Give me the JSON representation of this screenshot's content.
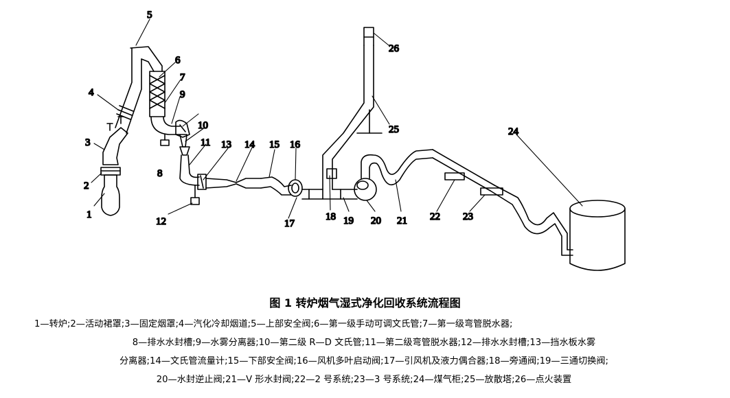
{
  "figure": {
    "caption": "图 1   转炉烟气湿式净化回收系统流程图",
    "legend_lines": [
      "1—转炉;2—活动裙罩;3—固定烟罩;4—汽化冷却烟道;5—上部安全阀;6—第一级手动可调文氏管;7—第一级弯管脱水器;",
      "8—排水水封槽;9—水雾分离器;10—第二级 R—D 文氏管;11—第二级弯管脱水器;12—排水水封槽;13—挡水板水雾",
      "分离器;14—文氏管流量计;15—下部安全阀;16—风机多叶启动阀;17—引风机及液力偶合器;18—旁通阀;19—三通切换阀;",
      "20—水封逆止阀;21—V 形水封阀;22—2 号系统;23—3 号系统;24—煤气柜;25—放散塔;26—点火装置"
    ]
  },
  "labels": [
    "1",
    "2",
    "3",
    "4",
    "5",
    "6",
    "7",
    "8",
    "9",
    "10",
    "11",
    "12",
    "13",
    "14",
    "15",
    "16",
    "17",
    "18",
    "19",
    "20",
    "21",
    "22",
    "23",
    "24",
    "25",
    "26"
  ]
}
